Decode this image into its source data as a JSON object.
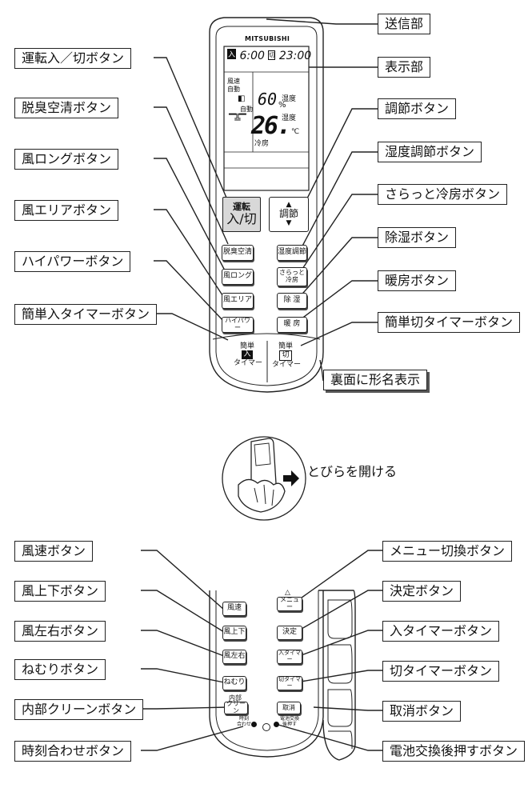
{
  "remote_top": {
    "brand": "MITSUBISHI",
    "display": {
      "timer_on_mark": "入",
      "timer_on_time": "6:00",
      "timer_off_mark": "切",
      "timer_off_time": "23:00",
      "fan_label_1": "風速",
      "fan_label_2": "自動",
      "fan_auto": "自動",
      "humidity_value": "60",
      "humidity_unit": "%",
      "humidity_label": "湿度",
      "temp_value": "26.",
      "temp_unit": "℃",
      "temp_label": "湿度",
      "mode_label": "冷房"
    },
    "buttons": {
      "power_line1": "運転",
      "power_line2": "入/切",
      "adjust": "調節",
      "deodorize": "脱臭空清",
      "humidity_adjust": "湿度調節",
      "fan_long": "風ロング",
      "sarat_cool_1": "さらっと",
      "sarat_cool_2": "冷房",
      "fan_area": "風エリア",
      "dehumidify": "除 湿",
      "high_power": "ハイパワー",
      "heating": "暖 房",
      "simple_on_1": "簡単",
      "simple_on_2": "入",
      "simple_on_3": "タイマー",
      "simple_off_1": "簡単",
      "simple_off_2": "切",
      "simple_off_3": "タイマー"
    }
  },
  "callouts_top_left": [
    "運転入／切ボタン",
    "脱臭空清ボタン",
    "風ロングボタン",
    "風エリアボタン",
    "ハイパワーボタン",
    "簡単入タイマーボタン"
  ],
  "callouts_top_right": [
    "送信部",
    "表示部",
    "調節ボタン",
    "湿度調節ボタン",
    "さらっと冷房ボタン",
    "除湿ボタン",
    "暖房ボタン",
    "簡単切タイマーボタン"
  ],
  "model_label": "裏面に形名表示",
  "open_door": "とびらを開ける",
  "remote_bottom": {
    "buttons": {
      "fan_speed": "風速",
      "fan_updown": "風上下",
      "fan_leftright": "風左右",
      "sleep": "ねむり",
      "clean_label": "内部",
      "clean": "クリーン",
      "menu": "メニュー",
      "decide": "決定",
      "on_timer": "入タイマー",
      "off_timer": "切タイマー",
      "cancel": "取消",
      "clock_1": "時刻",
      "clock_2": "合わせ",
      "battery_1": "電池交換",
      "battery_2": "後押す"
    }
  },
  "callouts_bottom_left": [
    "風速ボタン",
    "風上下ボタン",
    "風左右ボタン",
    "ねむりボタン",
    "内部クリーンボタン",
    "時刻合わせボタン"
  ],
  "callouts_bottom_right": [
    "メニュー切換ボタン",
    "決定ボタン",
    "入タイマーボタン",
    "切タイマーボタン",
    "取消ボタン",
    "電池交換後押すボタン"
  ]
}
